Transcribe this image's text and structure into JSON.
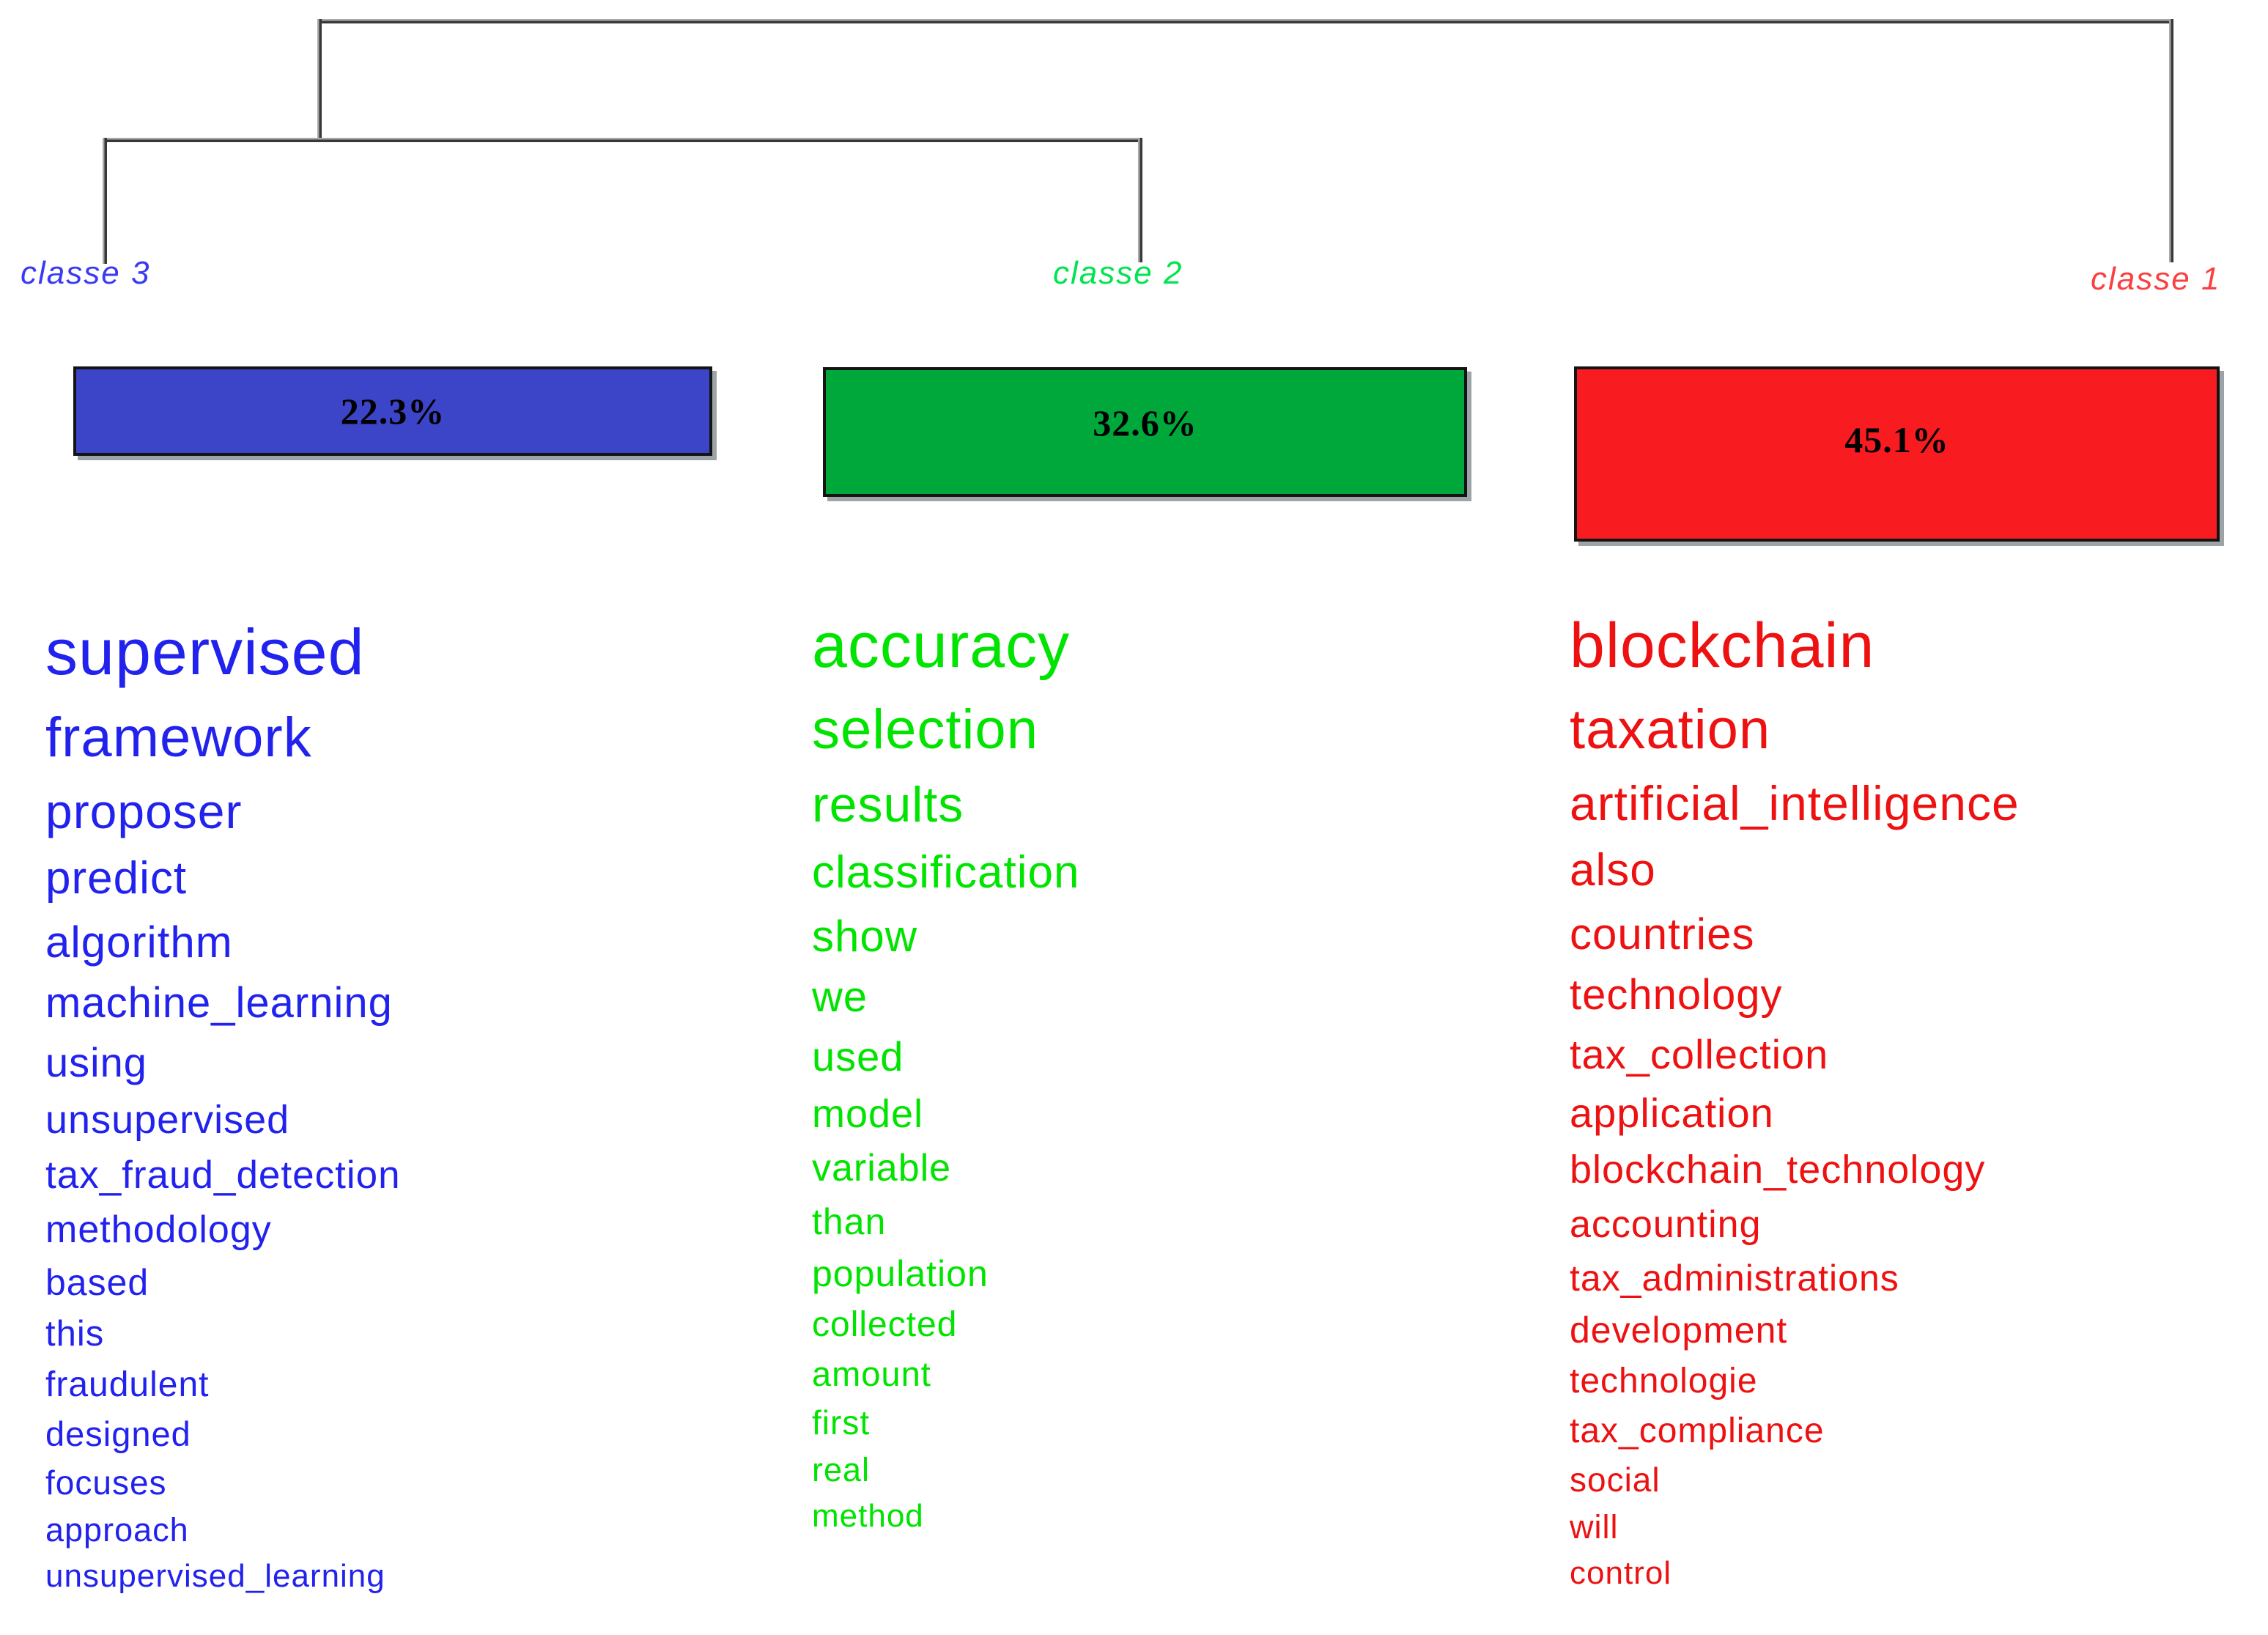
{
  "chart_data": {
    "type": "dendrogram",
    "title": "",
    "description": "Descending hierarchical classification: three classes with percentage bars and characteristic word lists",
    "hierarchy": "((classe 3 + classe 2) + classe 1)",
    "line_color": "#4a4a4a",
    "classes": [
      {
        "label": "classe 3",
        "percent": "22.3%",
        "percent_value": 22.3,
        "label_color": "#3A3AF5",
        "bar_color": "#3C44C8",
        "word_color": "#2222EE",
        "words": [
          {
            "text": "supervised",
            "size": 88
          },
          {
            "text": "framework",
            "size": 76
          },
          {
            "text": "proposer",
            "size": 66
          },
          {
            "text": "predict",
            "size": 62
          },
          {
            "text": "algorithm",
            "size": 60
          },
          {
            "text": "machine_learning",
            "size": 58
          },
          {
            "text": "using",
            "size": 56
          },
          {
            "text": "unsupervised",
            "size": 54
          },
          {
            "text": "tax_fraud_detection",
            "size": 53
          },
          {
            "text": "methodology",
            "size": 52
          },
          {
            "text": "based",
            "size": 50
          },
          {
            "text": "this",
            "size": 49
          },
          {
            "text": "fraudulent",
            "size": 48
          },
          {
            "text": "designed",
            "size": 47
          },
          {
            "text": "focuses",
            "size": 46
          },
          {
            "text": "approach",
            "size": 45
          },
          {
            "text": "unsupervised_learning",
            "size": 44
          }
        ]
      },
      {
        "label": "classe 2",
        "percent": "32.6%",
        "percent_value": 32.6,
        "label_color": "#00E450",
        "bar_color": "#00A83C",
        "word_color": "#00E400",
        "words": [
          {
            "text": "accuracy",
            "size": 86
          },
          {
            "text": "selection",
            "size": 76
          },
          {
            "text": "results",
            "size": 68
          },
          {
            "text": "classification",
            "size": 62
          },
          {
            "text": "show",
            "size": 60
          },
          {
            "text": "we",
            "size": 58
          },
          {
            "text": "used",
            "size": 56
          },
          {
            "text": "model",
            "size": 54
          },
          {
            "text": "variable",
            "size": 52
          },
          {
            "text": "than",
            "size": 50
          },
          {
            "text": "population",
            "size": 50
          },
          {
            "text": "collected",
            "size": 48
          },
          {
            "text": "amount",
            "size": 47
          },
          {
            "text": "first",
            "size": 46
          },
          {
            "text": "real",
            "size": 45
          },
          {
            "text": "method",
            "size": 44
          }
        ]
      },
      {
        "label": "classe 1",
        "percent": "45.1%",
        "percent_value": 45.1,
        "label_color": "#FA4040",
        "bar_color": "#F81C20",
        "word_color": "#EE1111",
        "words": [
          {
            "text": "blockchain",
            "size": 86
          },
          {
            "text": "taxation",
            "size": 76
          },
          {
            "text": "artificial_intelligence",
            "size": 66
          },
          {
            "text": "also",
            "size": 62
          },
          {
            "text": "countries",
            "size": 60
          },
          {
            "text": "technology",
            "size": 58
          },
          {
            "text": "tax_collection",
            "size": 56
          },
          {
            "text": "application",
            "size": 56
          },
          {
            "text": "blockchain_technology",
            "size": 54
          },
          {
            "text": "accounting",
            "size": 52
          },
          {
            "text": "tax_administrations",
            "size": 50
          },
          {
            "text": "development",
            "size": 50
          },
          {
            "text": "technologie",
            "size": 48
          },
          {
            "text": "tax_compliance",
            "size": 48
          },
          {
            "text": "social",
            "size": 46
          },
          {
            "text": "will",
            "size": 45
          },
          {
            "text": "control",
            "size": 44
          }
        ]
      }
    ]
  }
}
